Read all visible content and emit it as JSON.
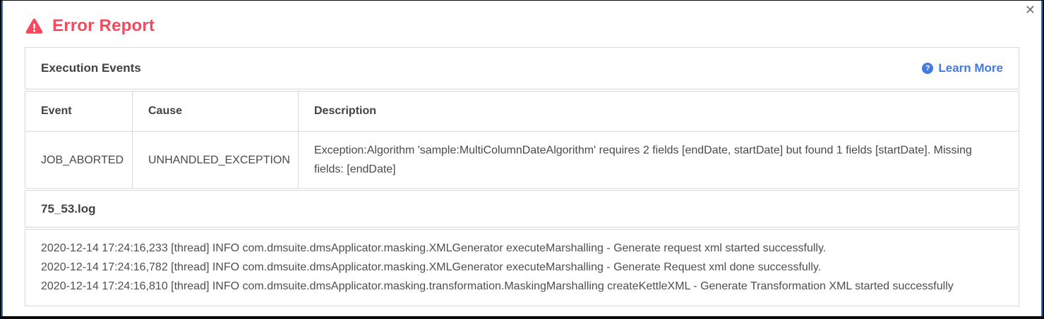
{
  "modal": {
    "title": "Error Report",
    "close_glyph": "✕"
  },
  "panel": {
    "header": "Execution Events",
    "learn_more_label": "Learn More",
    "help_glyph": "?"
  },
  "table": {
    "columns": [
      "Event",
      "Cause",
      "Description"
    ],
    "rows": [
      {
        "event": "JOB_ABORTED",
        "cause": "UNHANDLED_EXCEPTION",
        "description": "Exception:Algorithm 'sample:MultiColumnDateAlgorithm' requires 2 fields [endDate, startDate] but found 1 fields [startDate]. Missing fields: [endDate]"
      }
    ]
  },
  "log": {
    "filename": "75_53.log",
    "lines": [
      "2020-12-14 17:24:16,233 [thread] INFO com.dmsuite.dmsApplicator.masking.XMLGenerator executeMarshalling - Generate request xml started successfully.",
      "2020-12-14 17:24:16,782 [thread] INFO com.dmsuite.dmsApplicator.masking.XMLGenerator executeMarshalling - Generate Request xml done successfully.",
      "2020-12-14 17:24:16,810 [thread] INFO com.dmsuite.dmsApplicator.masking.transformation.MaskingMarshalling createKettleXML - Generate Transformation XML started successfully"
    ]
  },
  "colors": {
    "accent_red": "#f8485e",
    "link_blue": "#4379e2",
    "border_gray": "#d9d9d9",
    "modal_outline_blue": "#3c6fa8",
    "text_dark": "#424242",
    "text_body": "#4f4f4f"
  }
}
